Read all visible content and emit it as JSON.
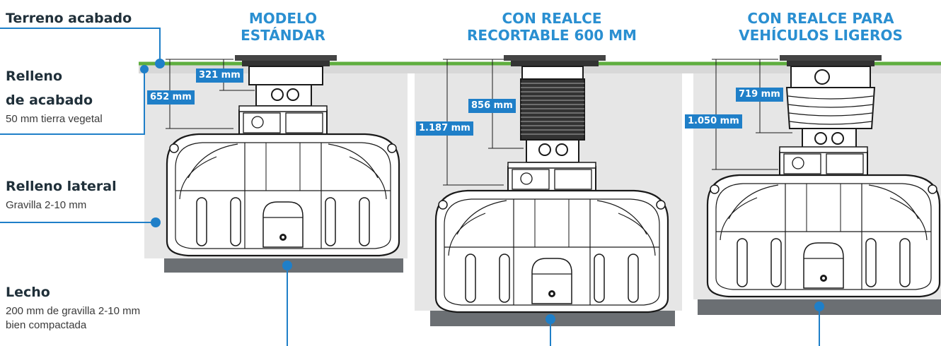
{
  "labels": {
    "finished_ground": "Terreno acabado",
    "finish_fill_title_1": "Relleno",
    "finish_fill_title_2": "de acabado",
    "finish_fill_sub": "50 mm tierra vegetal",
    "side_fill_title": "Relleno lateral",
    "side_fill_sub": "Gravilla 2-10 mm",
    "bed_title": "Lecho",
    "bed_sub_1": "200 mm de gravilla 2-10 mm",
    "bed_sub_2": "bien compactada"
  },
  "models": [
    {
      "title_1": "MODELO",
      "title_2": "ESTÁNDAR",
      "dim_a": "321 mm",
      "dim_b": "652 mm"
    },
    {
      "title_1": "CON REALCE",
      "title_2": "RECORTABLE 600 MM",
      "dim_a": "856 mm",
      "dim_b": "1.187 mm"
    },
    {
      "title_1": "CON REALCE PARA",
      "title_2": "VEHÍCULOS LIGEROS",
      "dim_a": "719 mm",
      "dim_b": "1.050 mm"
    }
  ],
  "colors": {
    "accent": "#2a8fd1",
    "dimension_box": "#1f7fc8",
    "grass": "#5fae3f",
    "backfill": "#e6e6e6",
    "bed": "#6b6f73",
    "tank_stroke": "#1a1a1a"
  }
}
